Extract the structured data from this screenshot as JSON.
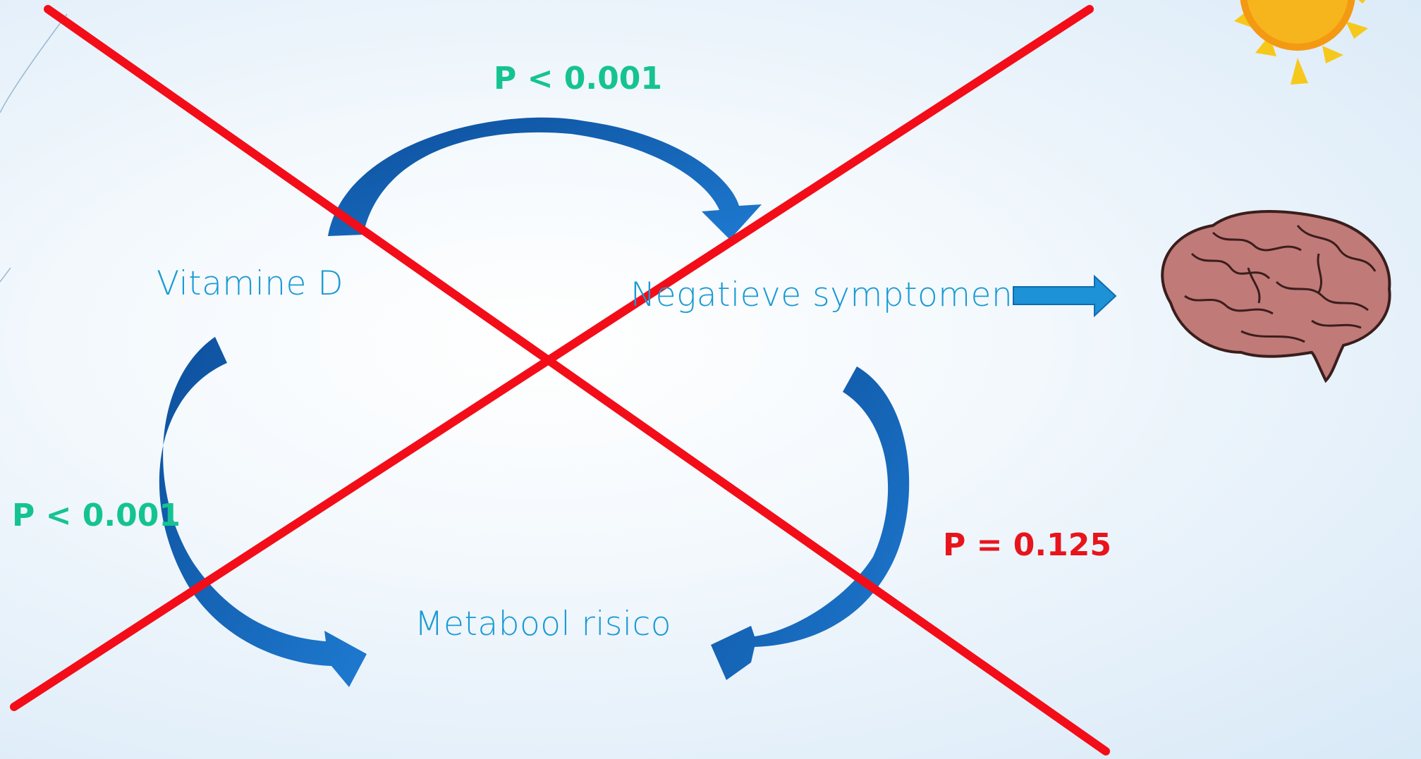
{
  "nodes": {
    "vitamine_d": "Vitamine D",
    "negatieve_symptomen": "Negatieve symptomen",
    "metabool_risico": "Metabool risico"
  },
  "p_values": {
    "top": "P < 0.001",
    "left": "P < 0.001",
    "right": "P = 0.125"
  },
  "colors": {
    "node_text": "#1a9ad3",
    "p_significant": "#15c392",
    "p_not_significant": "#e8141b",
    "arrow": "#1565b8",
    "cross": "#f20d18"
  },
  "icons": [
    "sun-icon",
    "brain-icon"
  ]
}
